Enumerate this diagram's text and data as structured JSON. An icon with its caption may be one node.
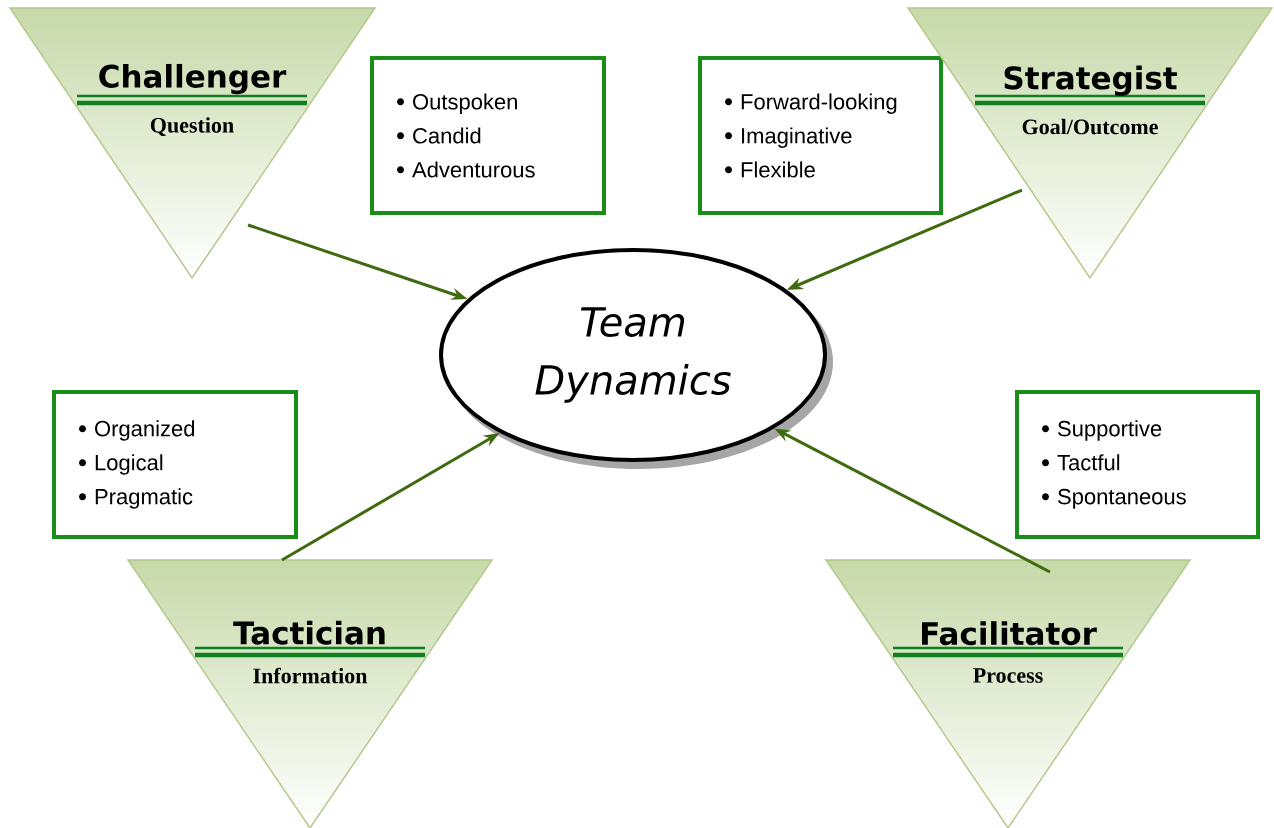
{
  "diagram": {
    "nodes": [
      {
        "text": [
          "Challenger",
          "Question"
        ]
      },
      {
        "text": [
          "Outspoken",
          "Candid",
          "Adventurous"
        ]
      },
      {
        "text": [
          "Forward-looking",
          "Imaginative",
          "Flexible"
        ]
      },
      {
        "text": [
          "Strategist",
          "Goal/Outcome"
        ]
      },
      {
        "text": [
          "Team Dynamics"
        ]
      },
      {
        "text": [
          "Organized",
          "Logical",
          "Pragmatic"
        ]
      },
      {
        "text": [
          "Supportive",
          "Tactful",
          "Spontaneous"
        ]
      },
      {
        "text": [
          "Tactician",
          "Information"
        ]
      },
      {
        "text": [
          "Facilitator",
          "Process"
        ]
      }
    ],
    "edges": [
      {
        "from": 0,
        "to": 4,
        "arrow": "to"
      },
      {
        "from": 3,
        "to": 4,
        "arrow": "to"
      },
      {
        "from": 7,
        "to": 4,
        "arrow": "to"
      },
      {
        "from": 8,
        "to": 4,
        "arrow": "to"
      }
    ]
  }
}
